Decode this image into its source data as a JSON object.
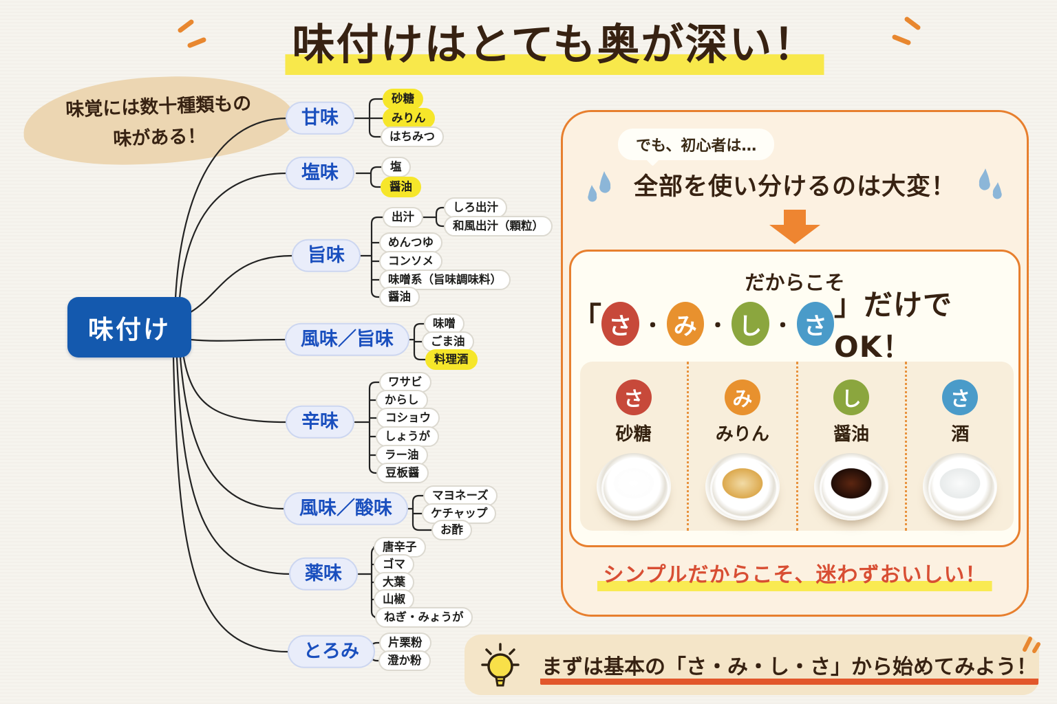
{
  "title": "味付けはとても奥が深い！",
  "intro_note": {
    "line1": "味覚には数十種類もの",
    "line2": "味がある！"
  },
  "tree": {
    "root": "味付け",
    "categories": [
      {
        "label": "甘味",
        "children": [
          {
            "label": "砂糖",
            "highlight": true
          },
          {
            "label": "みりん",
            "highlight": true
          },
          {
            "label": "はちみつ"
          }
        ]
      },
      {
        "label": "塩味",
        "children": [
          {
            "label": "塩"
          },
          {
            "label": "醤油",
            "highlight": true
          }
        ]
      },
      {
        "label": "旨味",
        "children": [
          {
            "label": "出汁",
            "children": [
              {
                "label": "しろ出汁"
              },
              {
                "label": "和風出汁（顆粒）"
              }
            ]
          },
          {
            "label": "めんつゆ"
          },
          {
            "label": "コンソメ"
          },
          {
            "label": "味噌系（旨味調味料）"
          },
          {
            "label": "醤油"
          }
        ]
      },
      {
        "label": "風味／旨味",
        "children": [
          {
            "label": "味噌"
          },
          {
            "label": "ごま油"
          },
          {
            "label": "料理酒",
            "highlight": true
          }
        ]
      },
      {
        "label": "辛味",
        "children": [
          {
            "label": "ワサビ"
          },
          {
            "label": "からし"
          },
          {
            "label": "コショウ"
          },
          {
            "label": "しょうが"
          },
          {
            "label": "ラー油"
          },
          {
            "label": "豆板醤"
          }
        ]
      },
      {
        "label": "風味／酸味",
        "children": [
          {
            "label": "マヨネーズ"
          },
          {
            "label": "ケチャップ"
          },
          {
            "label": "お酢"
          }
        ]
      },
      {
        "label": "薬味",
        "children": [
          {
            "label": "唐辛子"
          },
          {
            "label": "ゴマ"
          },
          {
            "label": "大葉"
          },
          {
            "label": "山椒"
          },
          {
            "label": "ねぎ・みょうが"
          }
        ]
      },
      {
        "label": "とろみ",
        "children": [
          {
            "label": "片栗粉"
          },
          {
            "label": "澄か粉"
          }
        ]
      }
    ]
  },
  "panel": {
    "bubble": "でも、初心者は…",
    "headline": "全部を使い分けるのは大変！",
    "card": {
      "lead": "だからこそ",
      "open_bracket": "「",
      "close_suffix": "」だけでOK！",
      "dot": "・",
      "kana": [
        {
          "char": "さ",
          "color": "#c7493a"
        },
        {
          "char": "み",
          "color": "#e8912e"
        },
        {
          "char": "し",
          "color": "#8ba63e"
        },
        {
          "char": "さ",
          "color": "#4a9bc9"
        }
      ],
      "columns": [
        {
          "kana": "さ",
          "color": "#c7493a",
          "label": "砂糖",
          "bowl_color": "#fdfdfd",
          "bowl_highlight": "#ffffff"
        },
        {
          "kana": "み",
          "color": "#e8912e",
          "label": "みりん",
          "bowl_color": "#dca94e",
          "bowl_highlight": "#f2dba6"
        },
        {
          "kana": "し",
          "color": "#8ba63e",
          "label": "醤油",
          "bowl_color": "#200d07",
          "bowl_highlight": "#5c2611"
        },
        {
          "kana": "さ",
          "color": "#4a9bc9",
          "label": "酒",
          "bowl_color": "#e8ebeb",
          "bowl_highlight": "#fafbfb"
        }
      ]
    },
    "footer": "シンプルだからこそ、迷わずおいしい！"
  },
  "bottom_note": "まずは基本の「さ・み・し・さ」から始めてみよう！",
  "colors": {
    "accent_orange": "#e77f2e",
    "highlight_yellow": "#f6e62a",
    "root_blue": "#1459ae",
    "category_blue": "#1a4fbe",
    "footer_red": "#d84e33",
    "drop_blue": "#8cb6d8"
  }
}
